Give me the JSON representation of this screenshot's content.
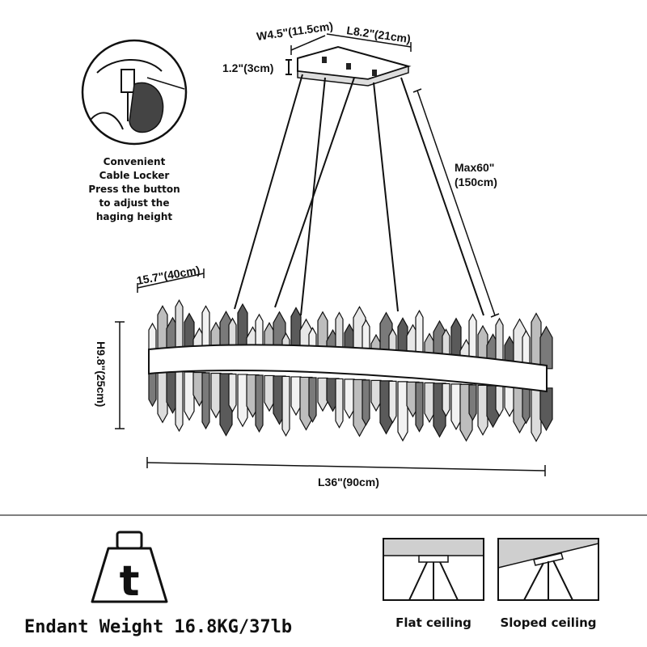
{
  "dimensions": {
    "canopy_width": "W4.5\"(11.5cm)",
    "canopy_length": "L8.2\"(21cm)",
    "canopy_height": "1.2\"(3cm)",
    "max_drop_line1": "Max60\"",
    "max_drop_line2": "(150cm)",
    "body_depth": "15.7\"(40cm)",
    "body_height": "H9.8\"(25cm)",
    "body_length": "L36\"(90cm)"
  },
  "cable_note": {
    "lines": [
      "Convenient",
      "Cable Locker",
      "Press the button",
      "to adjust the",
      "haging height"
    ]
  },
  "weight": {
    "icon_letter": "t",
    "label": "Endant Weight 16.8KG/37lb"
  },
  "ceilings": {
    "flat_label": "Flat ceiling",
    "sloped_label": "Sloped ceiling"
  },
  "icons": {
    "zoom": "cable-locker-detail-icon",
    "weight": "weight-icon",
    "flat": "flat-ceiling-icon",
    "sloped": "sloped-ceiling-icon"
  },
  "colors": {
    "ink": "#111111",
    "paper": "#ffffff",
    "divider": "#555555"
  }
}
